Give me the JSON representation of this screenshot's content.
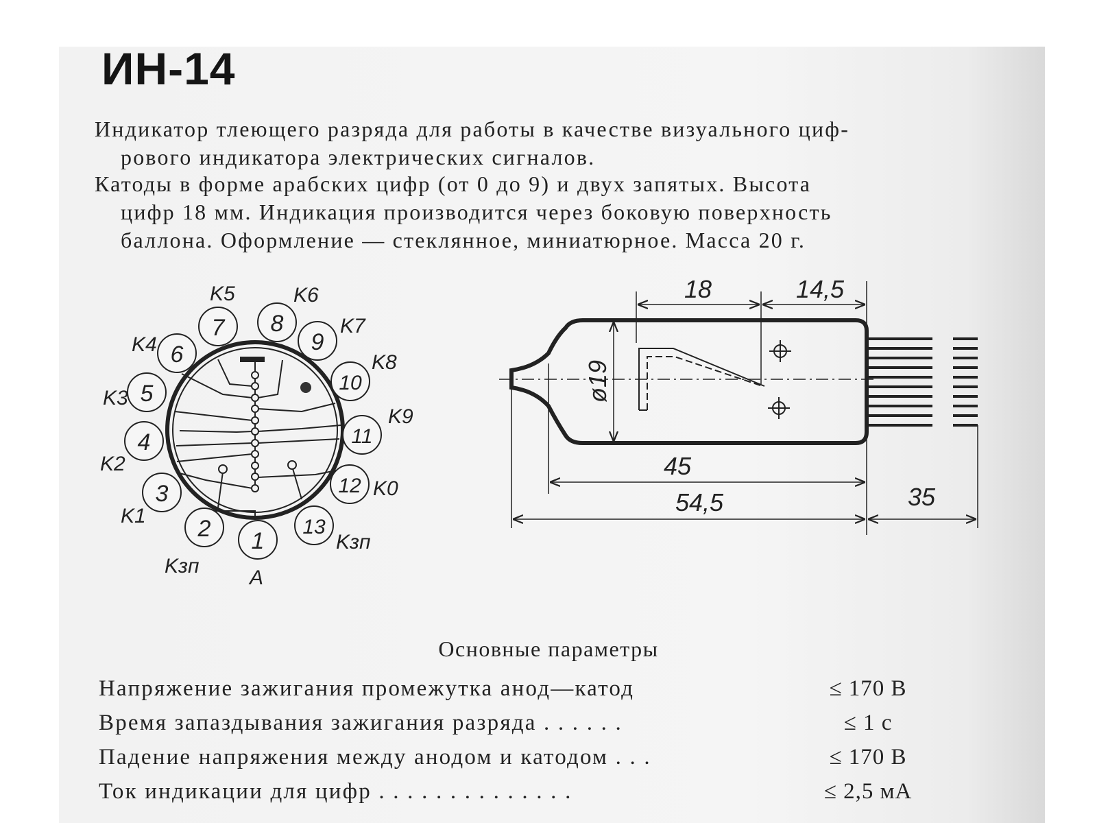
{
  "title": "ИН-14",
  "description": {
    "p1_line1": "Индикатор тлеющего разряда для работы в качестве визуального циф-",
    "p1_line2": "рового индикатора электрических сигналов.",
    "p2_line1": "Катоды в форме арабских цифр (от 0 до 9) и двух запятых. Высота",
    "p2_line2": "цифр 18 мм. Индикация производится через боковую поверхность",
    "p2_line3": "баллона. Оформление — стеклянное, миниатюрное. Масса 20 г."
  },
  "pinout": {
    "pins": [
      "1",
      "2",
      "3",
      "4",
      "5",
      "6",
      "7",
      "8",
      "9",
      "10",
      "11",
      "12",
      "13"
    ],
    "labels": {
      "p1": "A",
      "p2": "Kзп",
      "p3": "K1",
      "p4": "K2",
      "p5": "K3",
      "p6": "K4",
      "p7": "K5",
      "p8": "K6",
      "p9": "K7",
      "p10": "K8",
      "p11": "K9",
      "p12": "K0",
      "p13": "Kзп"
    }
  },
  "dimensions": {
    "digit_height": "18",
    "top_offset": "14,5",
    "diameter": "ø19",
    "inner_length": "45",
    "total_length": "54,5",
    "lead_length": "35",
    "digit_shown": "7"
  },
  "section_title": "Основные параметры",
  "parameters": [
    {
      "name": "Напряжение зажигания промежутка анод—катод",
      "value": "≤ 170 В"
    },
    {
      "name": "Время запаздывания зажигания разряда . . . . . .",
      "value": "≤ 1 с"
    },
    {
      "name": "Падение напряжения между анодом и катодом . . .",
      "value": "≤ 170 В"
    },
    {
      "name": "Ток индикации для цифр . . . . . . . . . . . . . .",
      "value": "≤ 2,5 мА"
    }
  ]
}
